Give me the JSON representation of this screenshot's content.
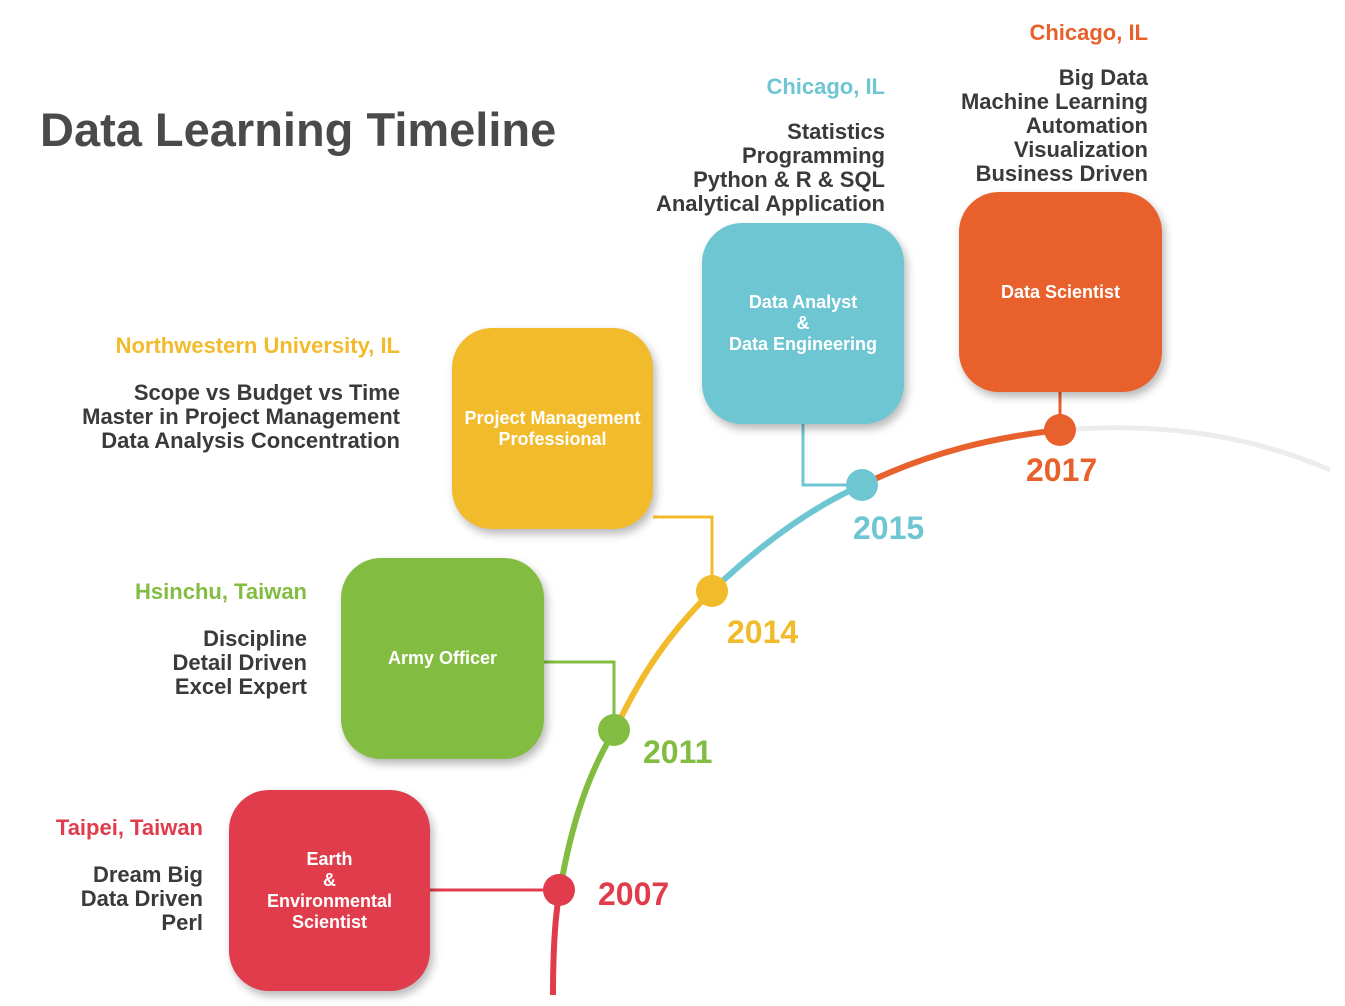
{
  "title": "Data Learning Timeline",
  "colors": {
    "red": "#e03c4b",
    "green": "#82bd41",
    "yellow": "#f2bb2b",
    "cyan": "#6dc6d2",
    "orange": "#e8602b",
    "gray_track": "#ececec"
  },
  "milestones": [
    {
      "year": "2007",
      "role_lines": [
        "Earth",
        "&",
        "Environmental",
        "Scientist"
      ],
      "location": "Taipei, Taiwan",
      "notes": [
        "Dream Big",
        "Data Driven",
        "Perl"
      ]
    },
    {
      "year": "2011",
      "role_lines": [
        "Army Officer"
      ],
      "location": "Hsinchu, Taiwan",
      "notes": [
        "Discipline",
        "Detail Driven",
        "Excel Expert"
      ]
    },
    {
      "year": "2014",
      "role_lines": [
        "Project Management",
        "Professional"
      ],
      "location": "Northwestern University, IL",
      "notes": [
        "Scope vs Budget vs Time",
        "Master in Project Management",
        "Data Analysis Concentration"
      ]
    },
    {
      "year": "2015",
      "role_lines": [
        "Data Analyst",
        "&",
        "Data Engineering"
      ],
      "location": "Chicago, IL",
      "notes": [
        "Statistics",
        "Programming",
        "Python & R & SQL",
        "Analytical Application"
      ]
    },
    {
      "year": "2017",
      "role_lines": [
        "Data Scientist"
      ],
      "location": "Chicago, IL",
      "notes": [
        "Big Data",
        "Machine Learning",
        "Automation",
        "Visualization",
        "Business Driven"
      ]
    }
  ]
}
